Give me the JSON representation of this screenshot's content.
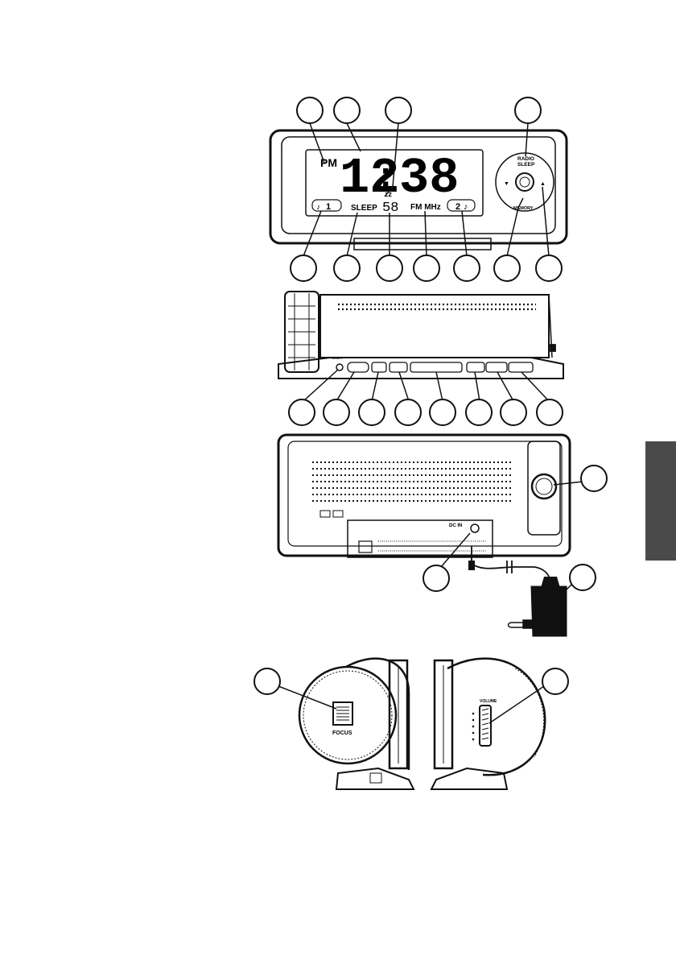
{
  "front_view": {
    "pm": "PM",
    "time_hours": "12",
    "time_colon": ":",
    "time_minutes": "38",
    "zz": "zz",
    "alarm1": "1",
    "sleep": "SLEEP",
    "sleep_minutes": "58",
    "band_unit": "FM MHz",
    "alarm2": "2",
    "radio_label": "RADIO",
    "sleep_label": "SLEEP",
    "memory_label": "MEMORY",
    "down_glyph": "▼",
    "up_glyph": "▲"
  },
  "top_view": {
    "reset_label": "RESET"
  },
  "back_view": {
    "dc_in": "DC IN"
  },
  "side_view": {
    "focus": "FOCUS",
    "volume": "VOLUME"
  },
  "colors": {
    "line": "#111111",
    "tab": "#4a4a4a",
    "lcd_bg": "#ffffff"
  }
}
